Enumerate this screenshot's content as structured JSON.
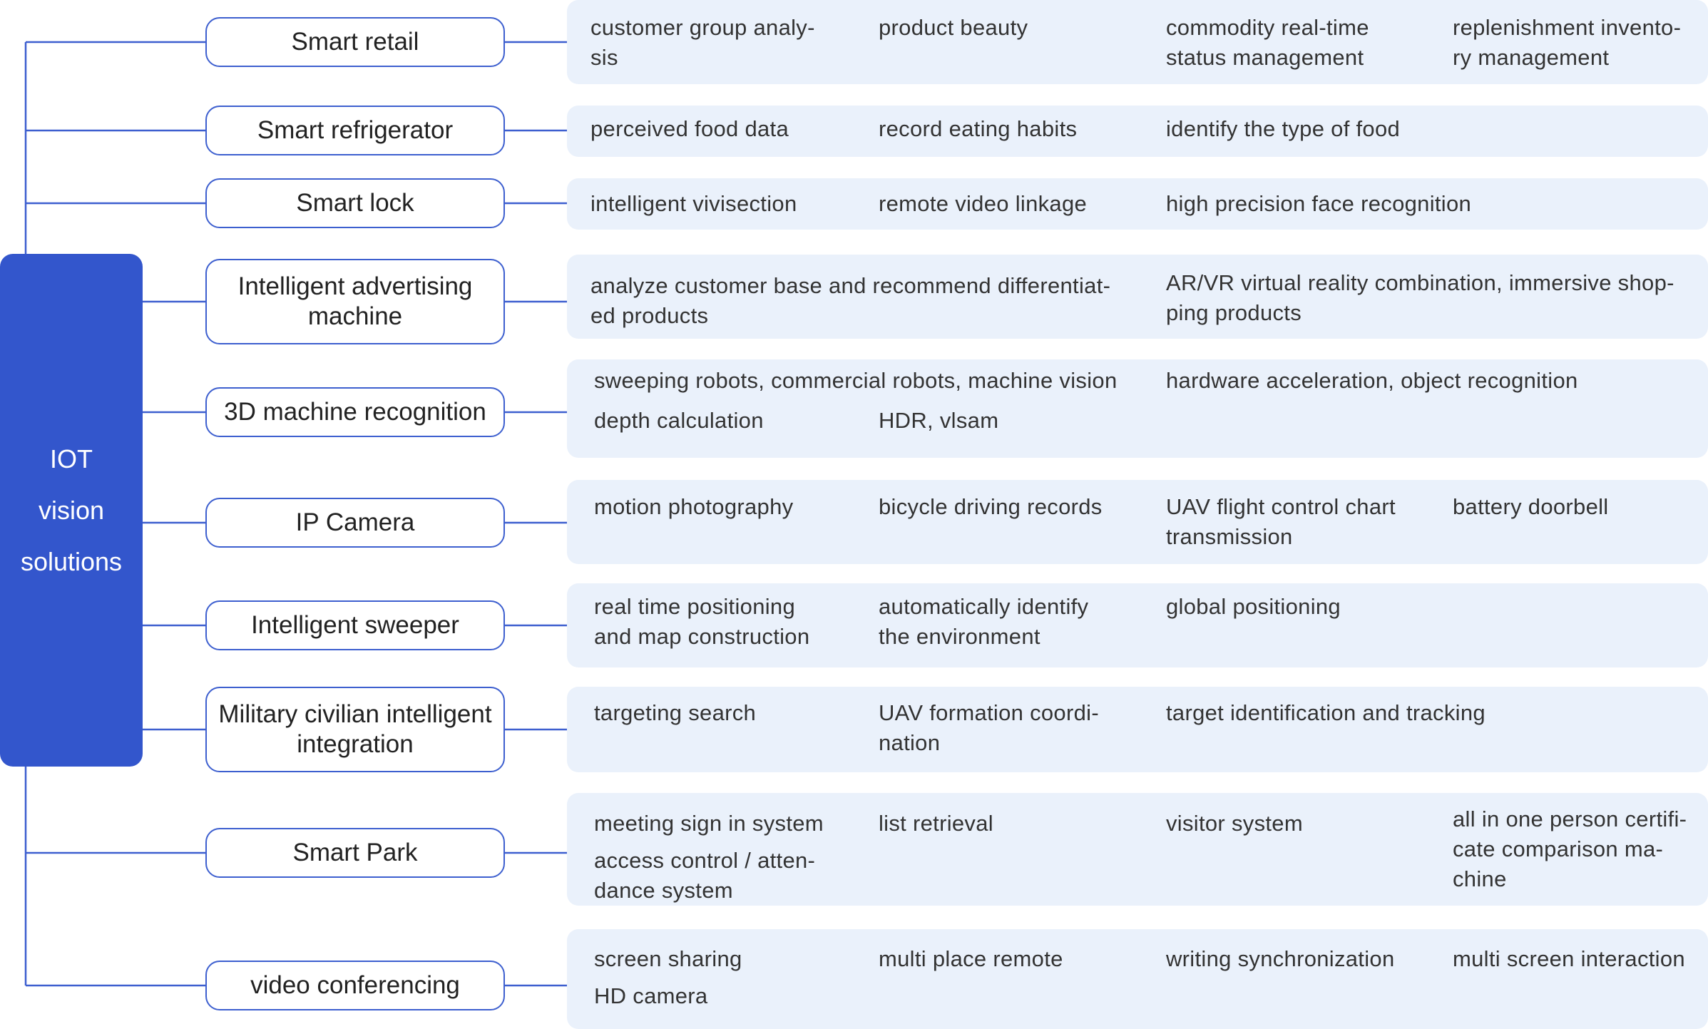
{
  "root": {
    "lines": [
      "IOT",
      "vision",
      "solutions"
    ]
  },
  "colors": {
    "accent": "#3356cc",
    "panel": "#eaf1fb",
    "line": "#3d5fcf"
  },
  "categories": [
    {
      "label": "Smart retail",
      "items": [
        "customer group analy-\nsis",
        "product beauty",
        "commodity real-time\nstatus management",
        "replenishment invento-\nry management"
      ]
    },
    {
      "label": "Smart refrigerator",
      "items": [
        "perceived food data",
        "record eating habits",
        "identify the type of food"
      ]
    },
    {
      "label": "Smart lock",
      "items": [
        "intelligent vivisection",
        "remote video linkage",
        "high precision face recognition"
      ]
    },
    {
      "label": "Intelligent advertising\nmachine",
      "items": [
        "analyze customer base and recommend differentiat-\ned products",
        "AR/VR virtual reality combination, immersive shop-\nping products"
      ]
    },
    {
      "label": "3D machine recognition",
      "items": [
        "sweeping robots, commercial robots, machine vision",
        "hardware acceleration, object recognition",
        "depth calculation",
        "HDR, vlsam"
      ]
    },
    {
      "label": "IP Camera",
      "items": [
        "motion photography",
        "bicycle driving records",
        "UAV flight control chart\ntransmission",
        "battery doorbell"
      ]
    },
    {
      "label": "Intelligent sweeper",
      "items": [
        "real time positioning\nand map construction",
        "automatically identify\nthe environment",
        "global positioning"
      ]
    },
    {
      "label": "Military civilian intelligent\nintegration",
      "items": [
        "targeting search",
        "UAV formation coordi-\nnation",
        "target identification and tracking"
      ]
    },
    {
      "label": "Smart Park",
      "items": [
        "meeting sign in system",
        "list retrieval",
        "visitor system",
        "all in one person certifi-\ncate comparison ma-\nchine",
        "access control / atten-\ndance system"
      ]
    },
    {
      "label": "video conferencing",
      "items": [
        "screen sharing",
        "multi place remote",
        "writing synchronization",
        "multi screen interaction",
        "HD camera"
      ]
    }
  ]
}
